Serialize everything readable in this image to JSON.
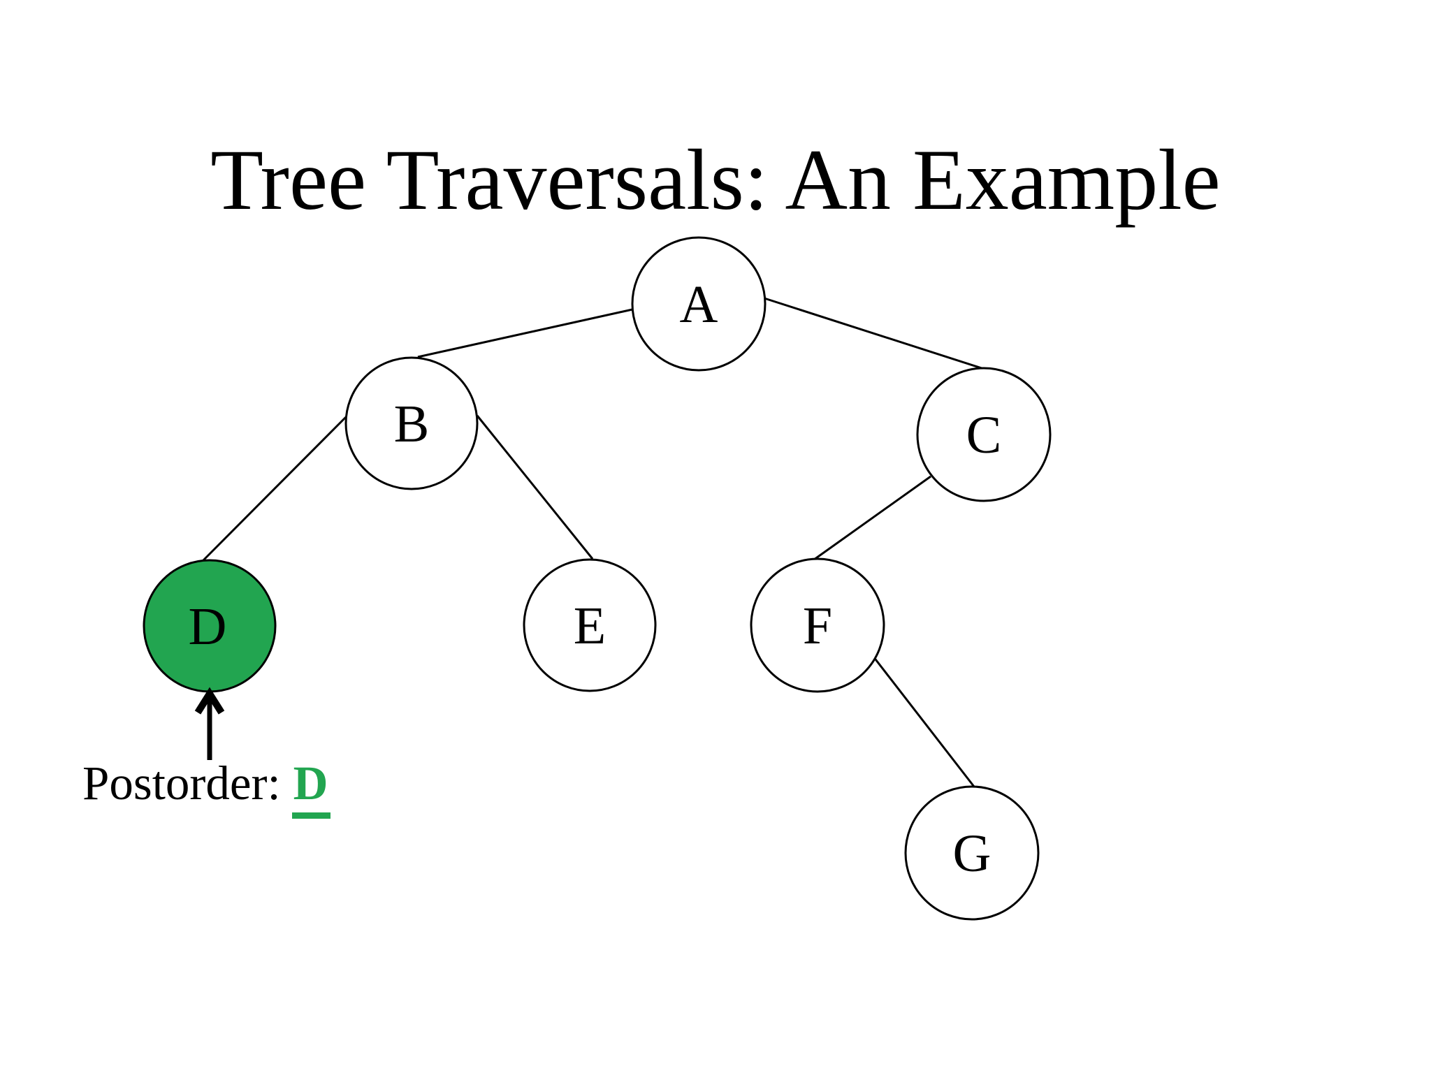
{
  "slide": {
    "title": "Tree Traversals: An Example",
    "caption": {
      "label": "Postorder:",
      "value": "D"
    },
    "colors": {
      "highlight": "#22a550",
      "line": "#000000",
      "background": "#ffffff"
    },
    "tree": {
      "nodes": [
        {
          "id": "A",
          "label": "A",
          "highlighted": false
        },
        {
          "id": "B",
          "label": "B",
          "highlighted": false
        },
        {
          "id": "C",
          "label": "C",
          "highlighted": false
        },
        {
          "id": "D",
          "label": "D",
          "highlighted": true
        },
        {
          "id": "E",
          "label": "E",
          "highlighted": false
        },
        {
          "id": "F",
          "label": "F",
          "highlighted": false
        },
        {
          "id": "G",
          "label": "G",
          "highlighted": false
        }
      ],
      "edges": [
        [
          "A",
          "B"
        ],
        [
          "A",
          "C"
        ],
        [
          "B",
          "D"
        ],
        [
          "B",
          "E"
        ],
        [
          "C",
          "F"
        ],
        [
          "F",
          "G"
        ]
      ],
      "traversal_type": "Postorder",
      "visited_sequence": [
        "D"
      ]
    }
  }
}
